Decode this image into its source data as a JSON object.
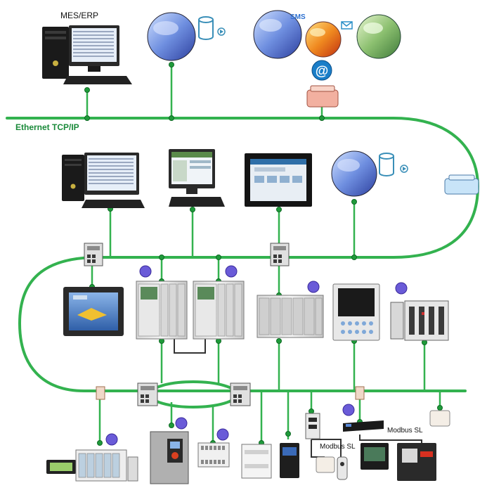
{
  "labels": {
    "mes_erp": "MES/ERP",
    "ethernet": "Ethernet TCP/IP",
    "sms": "SMS",
    "at_sign": "@",
    "modbus_sl_1": "Modbus SL",
    "modbus_sl_2": "Modbus SL"
  },
  "colors": {
    "network": "#33b24f",
    "network_dark": "#1c8a36",
    "node": "#1f9a3a",
    "badge": "#6a5bd8"
  },
  "icons": [
    "desktop-computer-icon",
    "database-icon",
    "play-icon",
    "envelope-icon",
    "email-at-icon",
    "web-badge-icon"
  ]
}
